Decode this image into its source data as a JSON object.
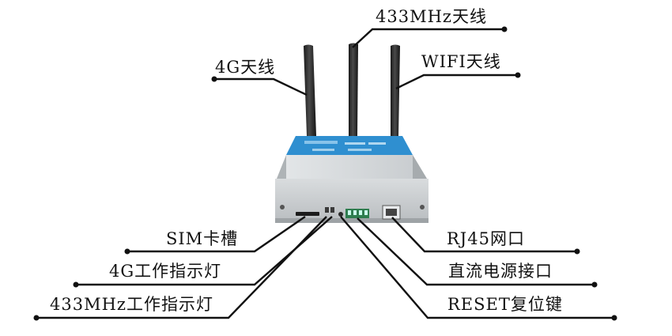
{
  "labels": {
    "antenna_433": "433MHz天线",
    "antenna_4g": "4G天线",
    "antenna_wifi": "WIFI天线",
    "sim_slot": "SIM卡槽",
    "led_4g": "4G工作指示灯",
    "led_433": "433MHz工作指示灯",
    "rj45": "RJ45网口",
    "dc_power": "直流电源接口",
    "reset": "RESET复位键"
  },
  "colors": {
    "line": "#111111",
    "panel_blue": "#2f8fd0",
    "case_silver": "#cfd3d6",
    "antenna": "#2b2b2b"
  }
}
